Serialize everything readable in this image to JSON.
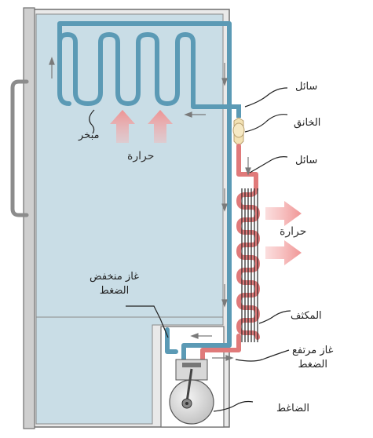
{
  "labels": {
    "evaporator": "مبخر",
    "heat_top": "حرارة",
    "heat_right": "حرارة",
    "liquid_top": "سائل",
    "throttle": "الخانق",
    "liquid_mid": "سائل",
    "condenser": "المكثف",
    "high_pressure_gas_line1": "غاز مرتفع",
    "high_pressure_gas_line2": "الضغط",
    "low_pressure_gas_line1": "غاز منخفض",
    "low_pressure_gas_line2": "الضغط",
    "compressor": "الضاغط"
  },
  "colors": {
    "cold_pipe": "#5b9ab5",
    "hot_pipe": "#e07a7a",
    "cabinet_fill": "#c9dde6",
    "cabinet_outline": "#6a6a6a",
    "heat_arrow": "#f2a6a6"
  }
}
